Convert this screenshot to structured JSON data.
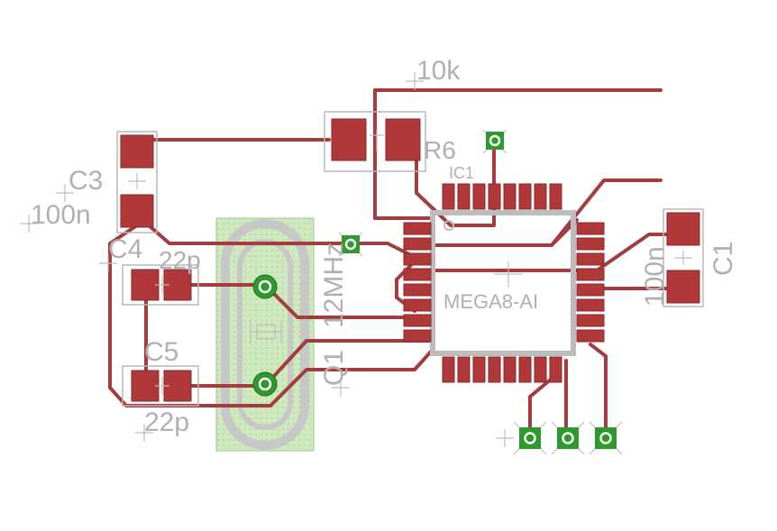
{
  "board": {
    "background": "#ffffff",
    "trace_color": "#a33c3c",
    "silk_color": "#b8b8b8",
    "via_color": "#2e9a2e",
    "pad_color": "#b03838"
  },
  "labels": {
    "r6_value": "10k",
    "r6_name": "R6",
    "ic1_name": "IC1",
    "ic1_value": "MEGA8-AI",
    "c3_name": "C3",
    "c3_value": "100n",
    "c4_name": "C4",
    "c4_value": "22p",
    "c5_name": "C5",
    "c5_value": "22p",
    "c1_name": "C1",
    "c1_value": "100n",
    "q1_name": "Q1",
    "q1_value": "12MHz"
  }
}
